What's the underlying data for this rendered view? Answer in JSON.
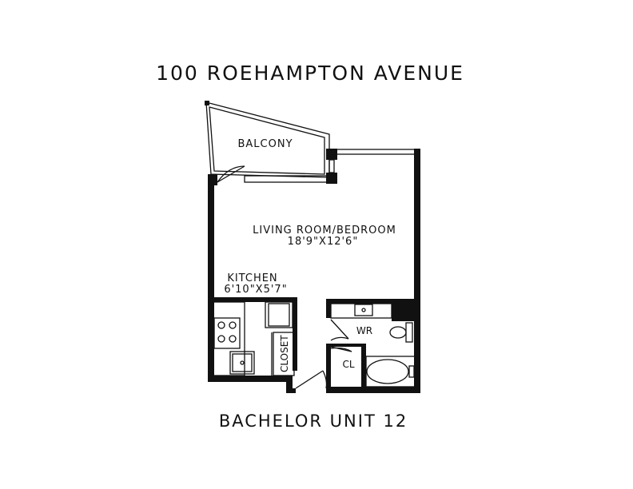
{
  "title": "100 ROEHAMPTON AVENUE",
  "subtitle": "BACHELOR UNIT 12",
  "rooms": {
    "balcony": {
      "name": "BALCONY"
    },
    "living": {
      "name": "LIVING ROOM/BEDROOM",
      "size": "18'9\"X12'6\""
    },
    "kitchen": {
      "name": "KITCHEN",
      "size": "6'10\"X5'7\""
    },
    "closet": {
      "name": "CLOSET"
    },
    "washroom": {
      "name": "WR"
    },
    "closet_small": {
      "name": "CL"
    }
  },
  "colors": {
    "ink": "#111111",
    "background": "#ffffff"
  }
}
